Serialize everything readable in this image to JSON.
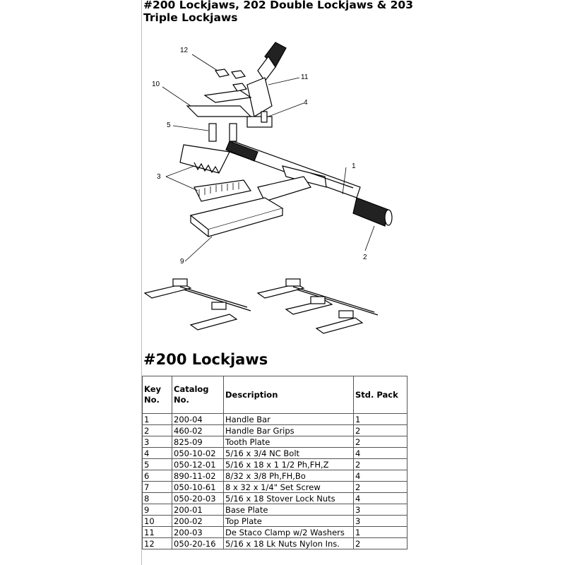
{
  "page_title": "#200 Lockjaws, 202 Double Lockjaws & 203 Triple Lockjaws",
  "section_title": "#200 Lockjaws",
  "diagram": {
    "callouts": [
      "1",
      "2",
      "3",
      "4",
      "5",
      "9",
      "10",
      "11",
      "12"
    ]
  },
  "table": {
    "headers": [
      [
        "Key",
        "No."
      ],
      [
        "Catalog",
        "No."
      ],
      [
        "Description"
      ],
      [
        "Std. Pack"
      ]
    ],
    "rows": [
      [
        "1",
        "200-04",
        "Handle Bar",
        "1"
      ],
      [
        "2",
        "460-02",
        "Handle Bar Grips",
        "2"
      ],
      [
        "3",
        "825-09",
        "Tooth Plate",
        "2"
      ],
      [
        "4",
        "050-10-02",
        "5/16 x 3/4 NC Bolt",
        "4"
      ],
      [
        "5",
        "050-12-01",
        "5/16 x 18 x 1 1/2 Ph,FH,Z",
        "2"
      ],
      [
        "6",
        "890-11-02",
        "8/32 x 3/8 Ph,FH,Bo",
        "4"
      ],
      [
        "7",
        "050-10-61",
        "8 x 32 x 1/4\" Set Screw",
        "2"
      ],
      [
        "8",
        "050-20-03",
        "5/16 x 18 Stover Lock Nuts",
        "4"
      ],
      [
        "9",
        "200-01",
        "Base Plate",
        "3"
      ],
      [
        "10",
        "200-02",
        "Top Plate",
        "3"
      ],
      [
        "11",
        "200-03",
        "De Staco Clamp w/2 Washers",
        "1"
      ],
      [
        "12",
        "050-20-16",
        "5/16 x 18 Lk Nuts Nylon Ins.",
        "2"
      ]
    ]
  }
}
